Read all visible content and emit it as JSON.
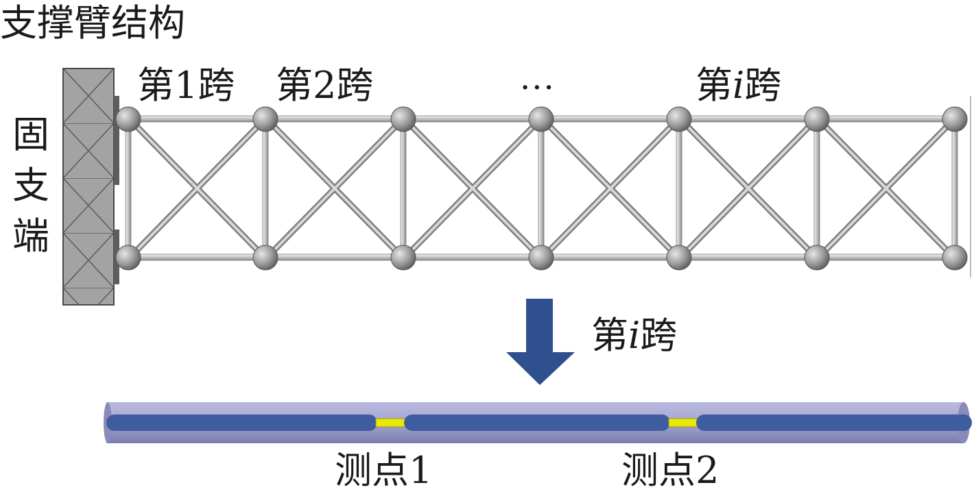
{
  "title": "支撑臂结构",
  "fixed_end": [
    "固",
    "支",
    "端"
  ],
  "spans": {
    "span1": {
      "prefix": "第",
      "num": "1",
      "suffix": "跨"
    },
    "span2": {
      "prefix": "第",
      "num": "2",
      "suffix": "跨"
    },
    "ellipsis": "···",
    "spani": {
      "prefix": "第",
      "num": "i",
      "suffix": "跨"
    }
  },
  "detail_label": {
    "prefix": "第",
    "num": "i",
    "suffix": "跨"
  },
  "measure_points": {
    "mp1": "测点1",
    "mp2": "测点2"
  },
  "colors": {
    "wall": "#9a9a9a",
    "truss_member": "#c9c9c9",
    "node": "#8e8e8e",
    "arrow": "#2f4f8f",
    "tube_outer": "#a3a3cf",
    "tube_inner": "#3e5c9e",
    "sensor": "#e8e80a"
  }
}
